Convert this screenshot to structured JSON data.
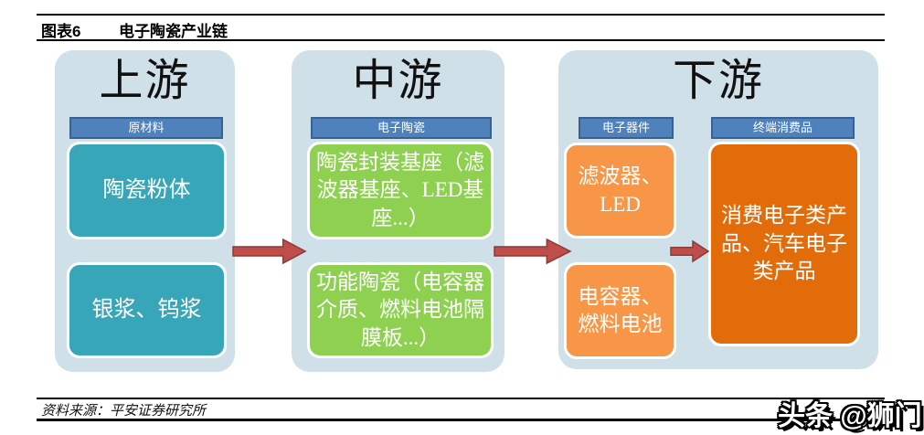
{
  "figure": {
    "label": "图表6",
    "title": "电子陶瓷产业链"
  },
  "stages": {
    "upstream": {
      "title": "上游",
      "header": "原材料",
      "boxes": [
        "陶瓷粉体",
        "银浆、钨浆"
      ]
    },
    "midstream": {
      "title": "中游",
      "header": "电子陶瓷",
      "boxes": [
        "陶瓷封装基座（滤波器基座、LED基座...）",
        "功能陶瓷（电容器介质、燃料电池隔膜板...）"
      ]
    },
    "downstream": {
      "title": "下游",
      "groups": [
        {
          "header": "电子器件",
          "boxes": [
            "滤波器、LED",
            "电容器、燃料电池"
          ]
        },
        {
          "header": "终端消费品",
          "boxes": [
            "消费电子类产品、汽车电子类产品"
          ]
        }
      ]
    }
  },
  "footer": {
    "source": "资料来源：平安证券研究所"
  },
  "watermark": "头条 @狮门",
  "colors": {
    "panel": "#cfe0e9",
    "header": "#4f81bd",
    "header_border": "#38618f",
    "teal": "#38a6b9",
    "green": "#8ed04f",
    "orange": "#f79646",
    "dark_orange": "#e36c0a",
    "arrow": "#bf4d4a",
    "arrow_border": "#8c3a37"
  }
}
